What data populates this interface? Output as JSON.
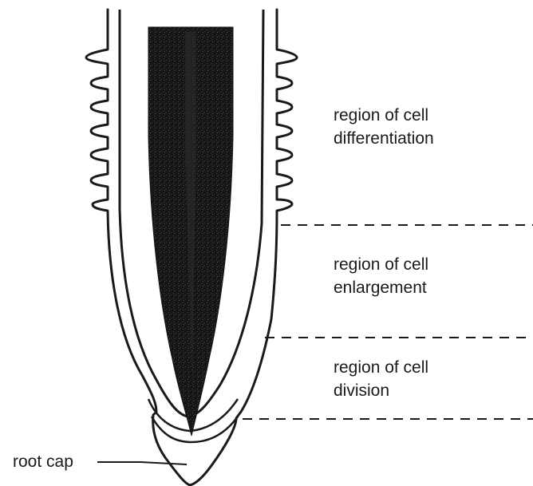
{
  "labels": {
    "differentiation_line1": "region of cell",
    "differentiation_line2": "differentiation",
    "enlargement_line1": "region of cell",
    "enlargement_line2": "enlargement",
    "division_line1": "region of cell",
    "division_line2": "division",
    "root_cap": "root cap"
  },
  "colors": {
    "ink": "#1a1a1a",
    "vascular_dark": "#141414",
    "vascular_speckle": "#3a3a3a",
    "background": "#ffffff"
  }
}
